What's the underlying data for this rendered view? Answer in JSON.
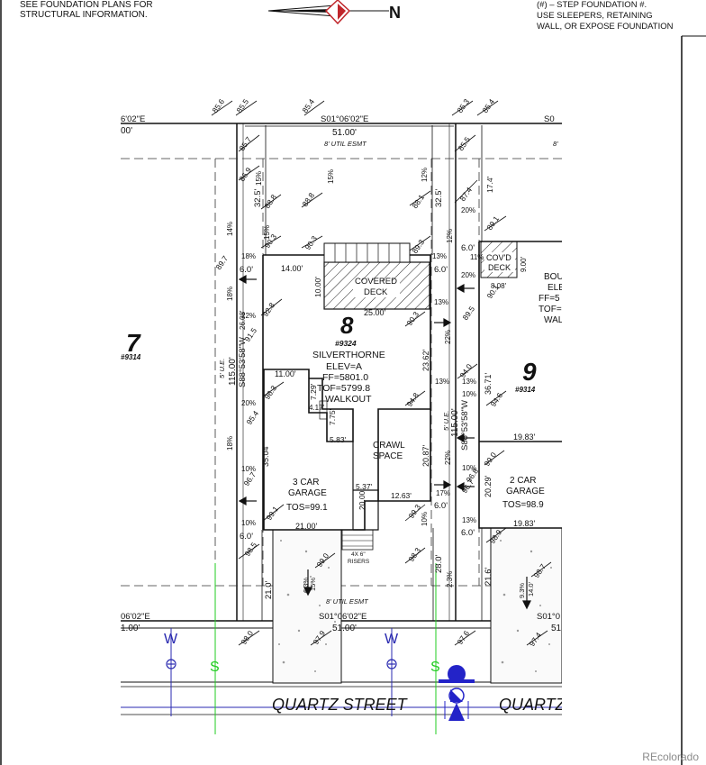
{
  "notes": {
    "top_left": [
      "SEE FOUNDATION PLANS FOR",
      "STRUCTURAL INFORMATION."
    ],
    "top_right": [
      "(#) –  STEP FOUNDATION #.",
      "USE SLEEPERS, RETAINING",
      "WALL, OR EXPOSE FOUNDATION"
    ]
  },
  "north_arrow": {
    "label": "N"
  },
  "bearings": {
    "top_main": "S01°06'02\"E",
    "top_dist": "51.00'",
    "top_left_partial": "6'02\"E",
    "top_left_dist": "00'",
    "top_right_partial": "S0",
    "bottom_main": "S01°06'02\"E",
    "bottom_dist": "51.00'",
    "bottom_left_partial": "06'02\"E",
    "bottom_left_dist": "1.00'",
    "bottom_right_partial": "S01°0",
    "bottom_right_dist": "51",
    "left_side": "S88°53'58\"W",
    "left_side_dist": "115.00'",
    "right_side": "S88°53'58\"W",
    "right_side_dist": "115.00'"
  },
  "easements": {
    "top": "8' UTIL ESMT",
    "bottom": "8' UTIL ESMT",
    "side_left": "5' U.E.",
    "side_right": "5' U.E.",
    "top_right_partial": "8'"
  },
  "lot8": {
    "number": "8",
    "address": "#9324",
    "model": "SILVERTHORNE",
    "elevation": "ELEV=A",
    "ff": "FF=5801.0",
    "tof": "TOF=5799.8",
    "type": "WALKOUT",
    "deck": [
      "COVERED",
      "DECK"
    ],
    "crawl": [
      "CRAWL",
      "SPACE"
    ],
    "garage": [
      "3 CAR",
      "GARAGE"
    ],
    "tos": "TOS=99.1",
    "risers": [
      "4X 6\"",
      "RISERS"
    ]
  },
  "lot7": {
    "number": "7",
    "address": "#9314"
  },
  "lot9": {
    "number": "9",
    "address": "#9314",
    "deck": [
      "COV'D",
      "DECK"
    ],
    "garage": [
      "2 CAR",
      "GARAGE"
    ],
    "tos": "TOS=98.9",
    "partial": [
      "BOU",
      "ELE",
      "FF=5",
      "TOF=",
      "WAL"
    ]
  },
  "dimensions": {
    "d_32_5a": "32.5'",
    "d_32_5b": "32.5'",
    "d_6_0a": "6.0'",
    "d_6_0b": "6.0'",
    "d_6_0c": "6.0'",
    "d_6_0d": "6.0'",
    "d_6_0e": "6.0'",
    "d_6_0f": "6.0'",
    "d_14": "14.00'",
    "d_10": "10.00'",
    "d_25": "25.00'",
    "d_11": "11.00'",
    "d_7_29": "7.29'",
    "d_4_17": "4.17'",
    "d_7_75": "7.75'",
    "d_5_83": "5.83'",
    "d_23_62": "23.62'",
    "d_20_87": "20.87'",
    "d_35_04": "35.04'",
    "d_26_08": "26.08'",
    "d_5_37": "5.37'",
    "d_12_63": "12.63'",
    "d_20_00": "20.00'",
    "d_21_00": "21.00'",
    "d_21_0": "21.0'",
    "d_28_0": "28.0'",
    "d_36_71": "36.71'",
    "d_19_83a": "19.83'",
    "d_19_83b": "19.83'",
    "d_20_29": "20.29'",
    "d_21_6": "21.6'",
    "d_8_08": "8.08'",
    "d_9_00": "9.00'",
    "d_17_4": "17.4'"
  },
  "elevations": [
    "85.6",
    "85.5",
    "85.4",
    "85.3",
    "85.4",
    "85.7",
    "85.5",
    "86.9",
    "88.8",
    "88.8",
    "88.1",
    "87.4",
    "89.1",
    "90.3",
    "90.3",
    "89.3",
    "89.7",
    "92.8",
    "91.5",
    "90.3",
    "89.5",
    "90.1",
    "96.3",
    "95.4",
    "94.8",
    "94.0",
    "94.6",
    "96.7",
    "99.1",
    "99.3",
    "99.0",
    "96.7",
    "98.5",
    "99.0",
    "98.3",
    "98.9",
    "98.7",
    "98.0",
    "97.9",
    "97.6",
    "97.4",
    "96.8"
  ],
  "slopes": [
    "15%",
    "15%",
    "12%",
    "13%",
    "14%",
    "15%",
    "12%",
    "20%",
    "18%",
    "13%",
    "20%",
    "11%",
    "18%",
    "22%",
    "13%",
    "22%",
    "20%",
    "13%",
    "10%",
    "18%",
    "10%",
    "22%",
    "10%",
    "17%",
    "10%",
    "10%",
    "13%",
    "6.3%",
    "2.3%",
    "9.3%",
    "14.0'",
    "15%"
  ],
  "utilities": {
    "water": "W",
    "sewer": "S"
  },
  "street": {
    "name": "QUARTZ STREET",
    "partial": "QUARTZ"
  },
  "watermark": "REcolorado",
  "colors": {
    "line": "#111111",
    "water": "#2a2ab0",
    "sewer": "#22cc22",
    "hydrant": "#2323c8"
  }
}
